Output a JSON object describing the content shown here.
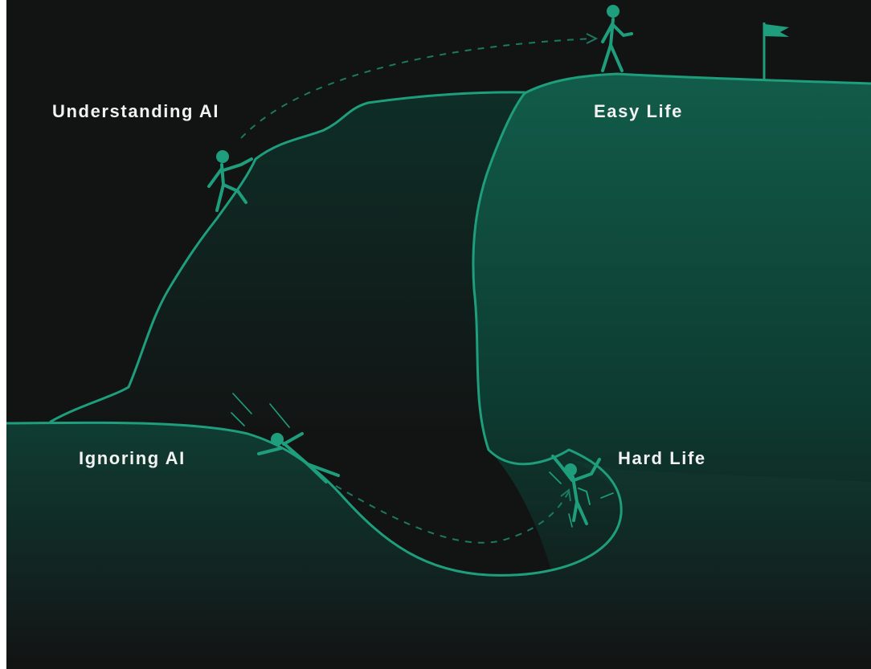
{
  "labels": {
    "understanding_ai": "Understanding AI",
    "easy_life": "Easy Life",
    "ignoring_ai": "Ignoring AI",
    "hard_life": "Hard Life"
  },
  "colors": {
    "background": "#121313",
    "accent": "#1e9e7c",
    "accent_fill": "#0f4a3c",
    "text": "#f2f2f2"
  },
  "icons": [
    "walking-figure-icon",
    "flag-icon",
    "climbing-figure-icon",
    "falling-figure-icon",
    "struggling-figure-icon"
  ]
}
